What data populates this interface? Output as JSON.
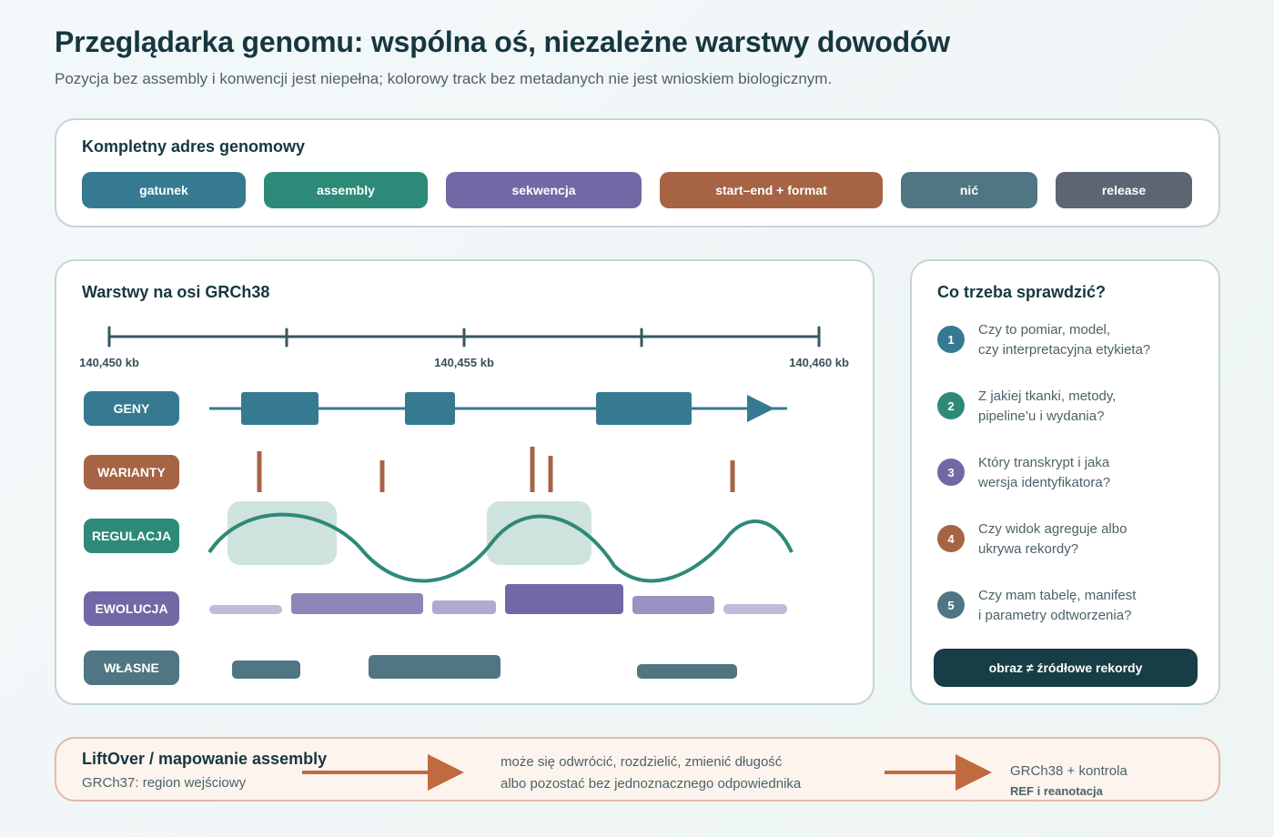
{
  "header": {
    "title": "Przeglądarka genomu: wspólna oś, niezależne warstwy dowodów",
    "subtitle": "Pozycja bez assembly i konwencji jest niepełna; kolorowy track bez metadanych nie jest wnioskiem biologicznym."
  },
  "address": {
    "title": "Kompletny adres genomowy",
    "pills": [
      {
        "label": "gatunek",
        "color": "#357a91"
      },
      {
        "label": "assembly",
        "color": "#2e8a78"
      },
      {
        "label": "sekwencja",
        "color": "#7268a6"
      },
      {
        "label": "start–end + format",
        "color": "#a66445"
      },
      {
        "label": "nić",
        "color": "#4f7682"
      },
      {
        "label": "release",
        "color": "#5c6571"
      }
    ]
  },
  "layers": {
    "title": "Warstwy na osi GRCh38",
    "axis": {
      "start_label": "140,450 kb",
      "mid_label": "140,455 kb",
      "end_label": "140,460 kb"
    },
    "tracks": {
      "geny": "GENY",
      "warianty": "WARIANTY",
      "regulacja": "REGULACJA",
      "ewolucja": "EWOLUCJA",
      "wlasne": "WŁASNE"
    },
    "colors": {
      "geny": "#357a91",
      "warianty": "#a66445",
      "regulacja": "#2e8a78",
      "ewolucja": "#7268a6",
      "wlasne": "#4f7682"
    }
  },
  "checklist": {
    "title": "Co trzeba sprawdzić?",
    "items": [
      {
        "num": "1",
        "line1": "Czy to pomiar, model,",
        "line2": "czy interpretacyjna etykieta?",
        "color": "#357a91"
      },
      {
        "num": "2",
        "line1": "Z jakiej tkanki, metody,",
        "line2": "pipeline’u i wydania?",
        "color": "#2e8a78"
      },
      {
        "num": "3",
        "line1": "Który transkrypt i jaka",
        "line2": "wersja identyfikatora?",
        "color": "#7268a6"
      },
      {
        "num": "4",
        "line1": "Czy widok agreguje albo",
        "line2": "ukrywa rekordy?",
        "color": "#a66445"
      },
      {
        "num": "5",
        "line1": "Czy mam tabelę, manifest",
        "line2": "i parametry odtworzenia?",
        "color": "#4f7682"
      }
    ],
    "button": "obraz ≠ źródłowe rekordy"
  },
  "liftover": {
    "title": "LiftOver / mapowanie assembly",
    "input": "GRCh37: region wejściowy",
    "middle_line1": "może się odwrócić, rozdzielić, zmienić długość",
    "middle_line2": "albo pozostać bez jednoznacznego odpowiednika",
    "output": "GRCh38 + kontrola",
    "output_note": "REF i reanotacja",
    "arrow_color": "#c06b3f"
  }
}
